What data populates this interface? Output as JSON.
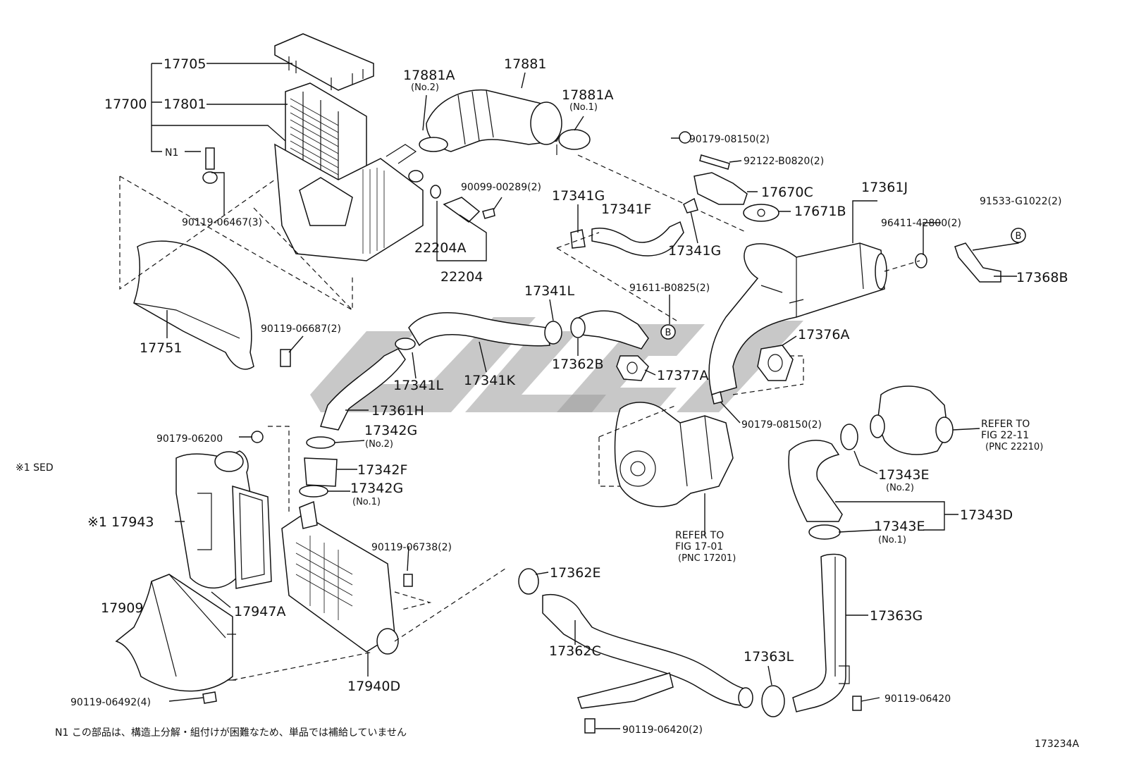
{
  "diagram_id": "173234A",
  "footnote": "N1 この部品は、構造上分解・組付けが困難なため、単品では補給していません",
  "variant_note": "※1 SED",
  "labels": {
    "p17705": "17705",
    "p17700": "17700",
    "p17801": "17801",
    "n1": "N1",
    "p90119_06467": "90119-06467(3)",
    "p17751": "17751",
    "p90119_06687": "90119-06687(2)",
    "p17881A_2": "17881A",
    "p17881A_2_sub": "(No.2)",
    "p17881": "17881",
    "p17881A_1": "17881A",
    "p17881A_1_sub": "(No.1)",
    "p90099_00289": "90099-00289(2)",
    "p22204A": "22204A",
    "p22204": "22204",
    "p90179_08150_top": "90179-08150(2)",
    "p92122_B0820": "92122-B0820(2)",
    "p17670C": "17670C",
    "p17671B": "17671B",
    "p17341G_a": "17341G",
    "p17341F": "17341F",
    "p17341G_b": "17341G",
    "p17361J": "17361J",
    "p96411_42800": "96411-42800(2)",
    "p91533_G1022": "91533-G1022(2)",
    "p17368B": "17368B",
    "p17341L_a": "17341L",
    "p91611_B0825": "91611-B0825(2)",
    "p17376A": "17376A",
    "p17362B": "17362B",
    "p17377A": "17377A",
    "p17341L_b": "17341L",
    "p17341K": "17341K",
    "p17361H": "17361H",
    "p90179_08150_mid": "90179-08150(2)",
    "p90179_06200": "90179-06200",
    "p17342G_2": "17342G",
    "p17342G_2_sub": "(No.2)",
    "p17342F": "17342F",
    "p17342G_1": "17342G",
    "p17342G_1_sub": "(No.1)",
    "refer_2211_a": "REFER TO",
    "refer_2211_b": "FIG 22-11",
    "refer_2211_c": "(PNC 22210)",
    "p17343E_2": "17343E",
    "p17343E_2_sub": "(No.2)",
    "p17943": "※1 17943",
    "p17343D": "17343D",
    "refer_1701_a": "REFER TO",
    "refer_1701_b": "FIG 17-01",
    "refer_1701_c": "(PNC 17201)",
    "p17343E_1": "17343E",
    "p17343E_1_sub": "(No.1)",
    "p90119_06738": "90119-06738(2)",
    "p17362E": "17362E",
    "p17909": "17909",
    "p17947A": "17947A",
    "p17363G": "17363G",
    "p17362C": "17362C",
    "p17363L": "17363L",
    "p17940D": "17940D",
    "p90119_06420_r": "90119-06420",
    "p90119_06492": "90119-06492(4)",
    "p90119_06420_b": "90119-06420(2)",
    "b_marker": "B"
  }
}
